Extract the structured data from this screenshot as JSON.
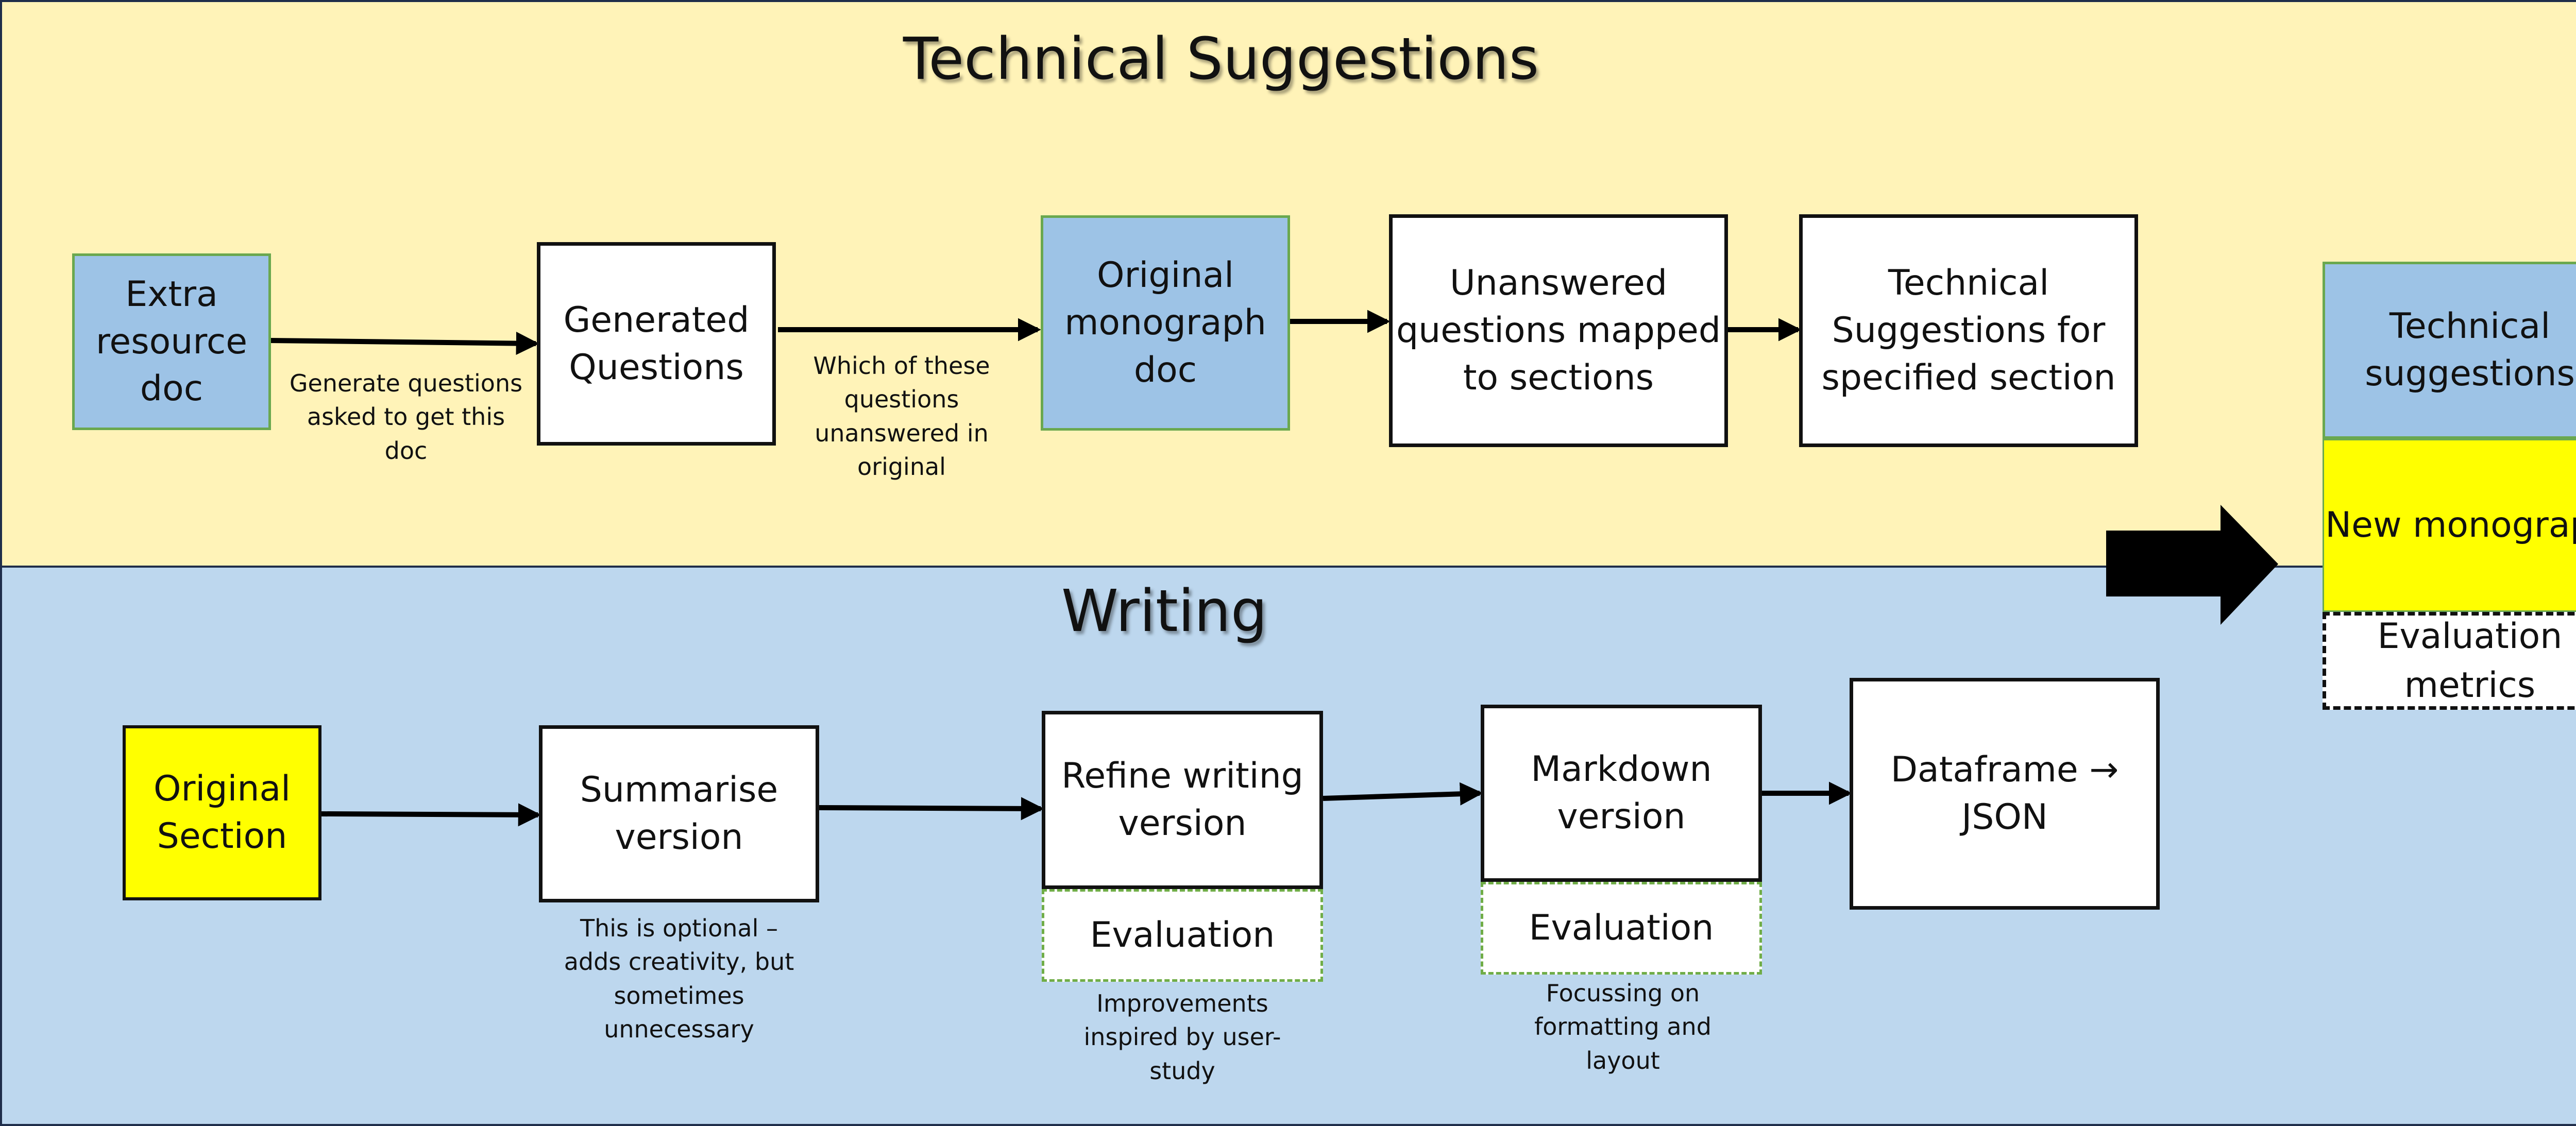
{
  "top_section": {
    "title": "Technical Suggestions",
    "boxes": {
      "extra_resource": "Extra resource doc",
      "generated_questions": "Generated Questions",
      "original_monograph": "Original monograph doc",
      "unanswered": "Unanswered questions mapped to sections",
      "tech_suggestions_section": "Technical Suggestions for specified section"
    },
    "notes": {
      "generate_questions": "Generate questions asked to get this doc",
      "which_unanswered": "Which of these questions unanswered in original"
    }
  },
  "bottom_section": {
    "title": "Writing",
    "boxes": {
      "original_section": "Original Section",
      "summarise": "Summarise version",
      "refine": "Refine writing version",
      "markdown": "Markdown version",
      "dataframe": "Dataframe → JSON",
      "evaluation_refine": "Evaluation",
      "evaluation_markdown": "Evaluation"
    },
    "notes": {
      "optional": "This is optional – adds creativity, but sometimes unnecessary",
      "improvements": "Improvements inspired by user-study",
      "formatting": "Focussing on formatting and layout"
    }
  },
  "output_stack": {
    "technical_suggestions": "Technical suggestions",
    "new_monograph": "New monograph",
    "evaluation_metrics": "Evaluation metrics"
  },
  "colors": {
    "top_band": "#fff3b8",
    "bottom_band": "#bdd7ee",
    "blue_box": "#9dc3e6",
    "yellow_box": "#ffff00",
    "eval_border": "#70ad47"
  }
}
